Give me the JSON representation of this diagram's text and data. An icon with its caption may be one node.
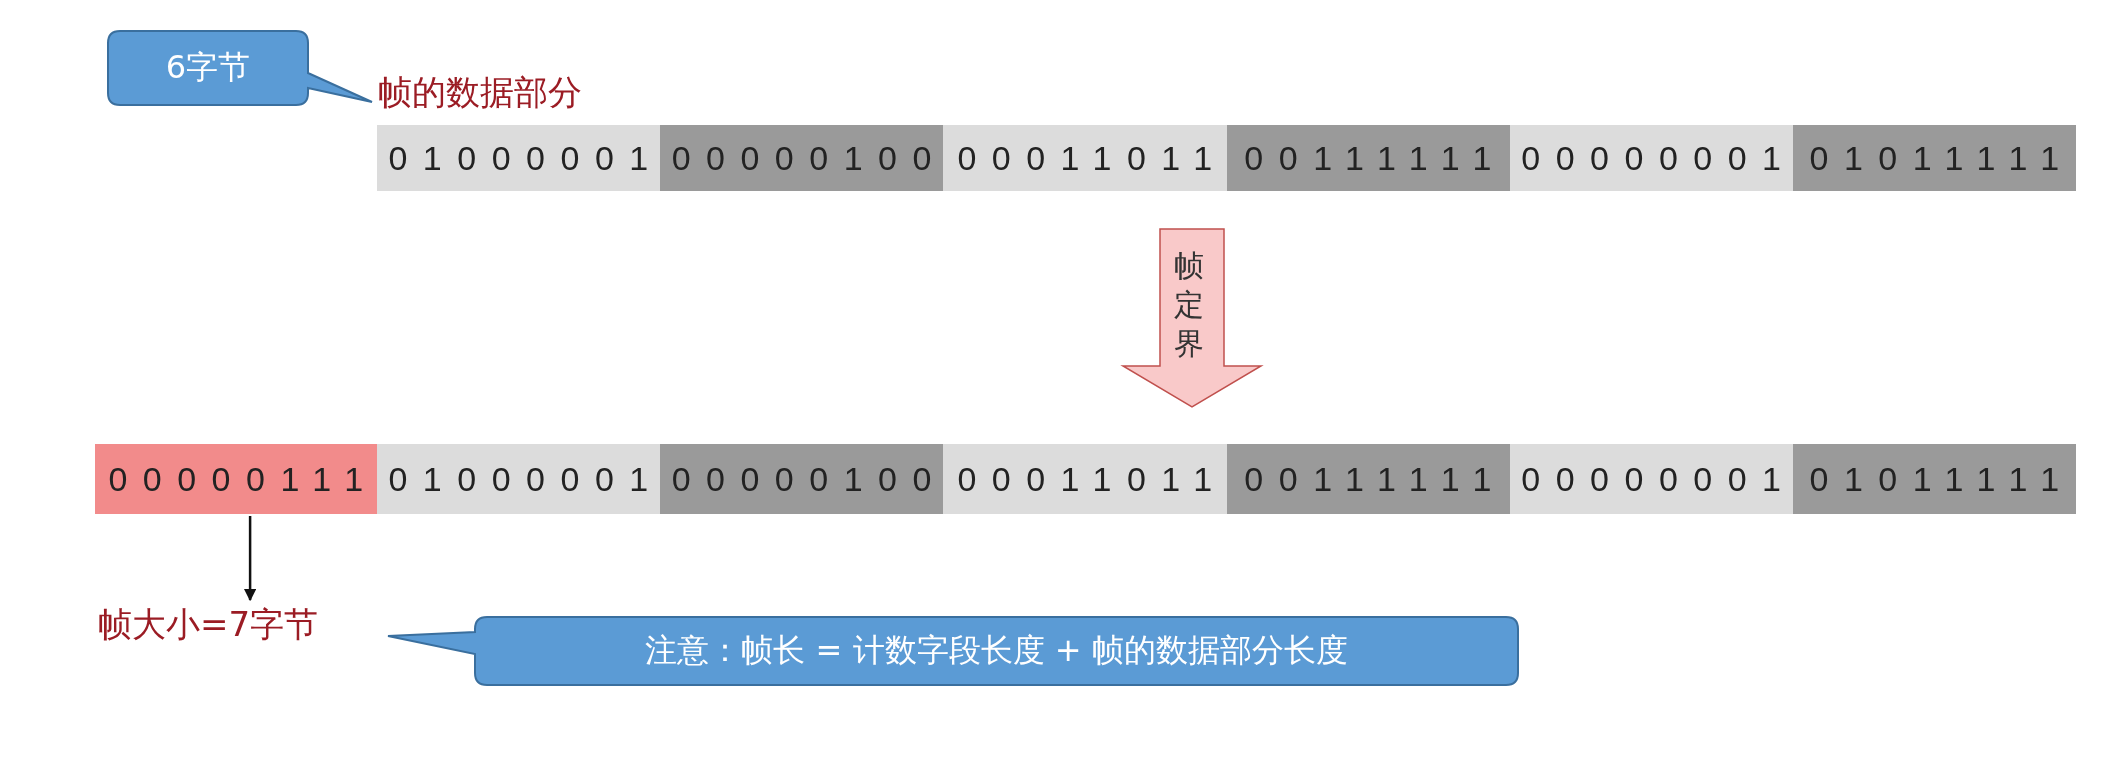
{
  "diagram": {
    "nodes": [
      {
        "text": [
          "6字节"
        ]
      },
      {
        "text": [
          "帧的数据部分"
        ]
      },
      {
        "text": [
          "01000001"
        ]
      },
      {
        "text": [
          "00000100"
        ]
      },
      {
        "text": [
          "00011011"
        ]
      },
      {
        "text": [
          "00111111"
        ]
      },
      {
        "text": [
          "00000001"
        ]
      },
      {
        "text": [
          "01011111"
        ]
      },
      {
        "text": [
          "帧定界"
        ]
      },
      {
        "text": [
          "00000111"
        ]
      },
      {
        "text": [
          "01000001"
        ]
      },
      {
        "text": [
          "00000100"
        ]
      },
      {
        "text": [
          "00011011"
        ]
      },
      {
        "text": [
          "00111111"
        ]
      },
      {
        "text": [
          "00000001"
        ]
      },
      {
        "text": [
          "01011111"
        ]
      },
      {
        "text": [
          "帧大小=7字节"
        ]
      },
      {
        "text": [
          "注意：帧长 = 计数字段长度 + 帧的数据部分长度"
        ]
      }
    ],
    "edges": [
      {
        "from": 9,
        "to": 16,
        "arrow": "to"
      }
    ]
  }
}
